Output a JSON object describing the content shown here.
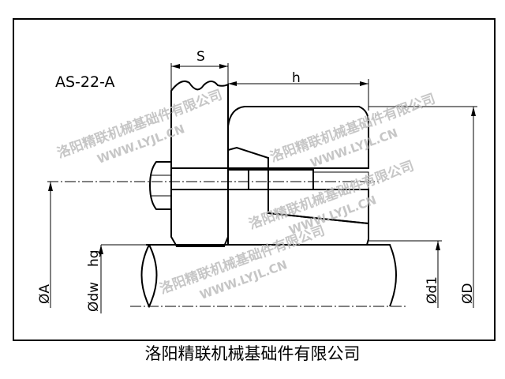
{
  "drawing": {
    "model_label": "AS-22-A",
    "dimensions": {
      "s": "S",
      "h": "h",
      "dia_a": "ØA",
      "dia_dw": "Ødw",
      "hg": "hg",
      "dia_d1": "Ød1",
      "dia_d": "ØD"
    }
  },
  "watermark": {
    "company": "洛阳精联机械基础件有限公司",
    "url": "WWW.LYJL.CN"
  },
  "caption": "洛阳精联机械基础件有限公司"
}
